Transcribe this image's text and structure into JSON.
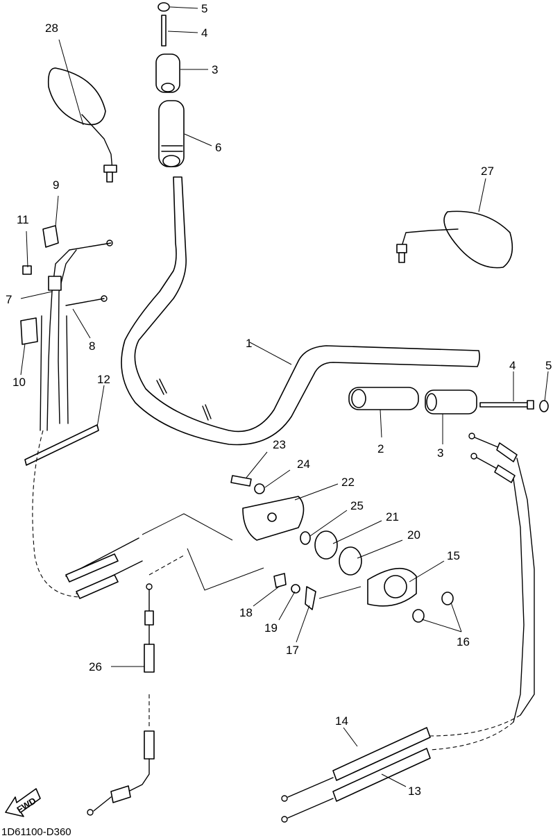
{
  "diagram": {
    "labels": [
      "1",
      "2",
      "3",
      "3",
      "4",
      "4",
      "5",
      "5",
      "6",
      "7",
      "8",
      "9",
      "10",
      "11",
      "12",
      "13",
      "14",
      "15",
      "16",
      "17",
      "18",
      "19",
      "20",
      "21",
      "22",
      "23",
      "24",
      "25",
      "26",
      "27",
      "28"
    ],
    "fwd_text": "FWD",
    "code": "1D61100-D360"
  }
}
